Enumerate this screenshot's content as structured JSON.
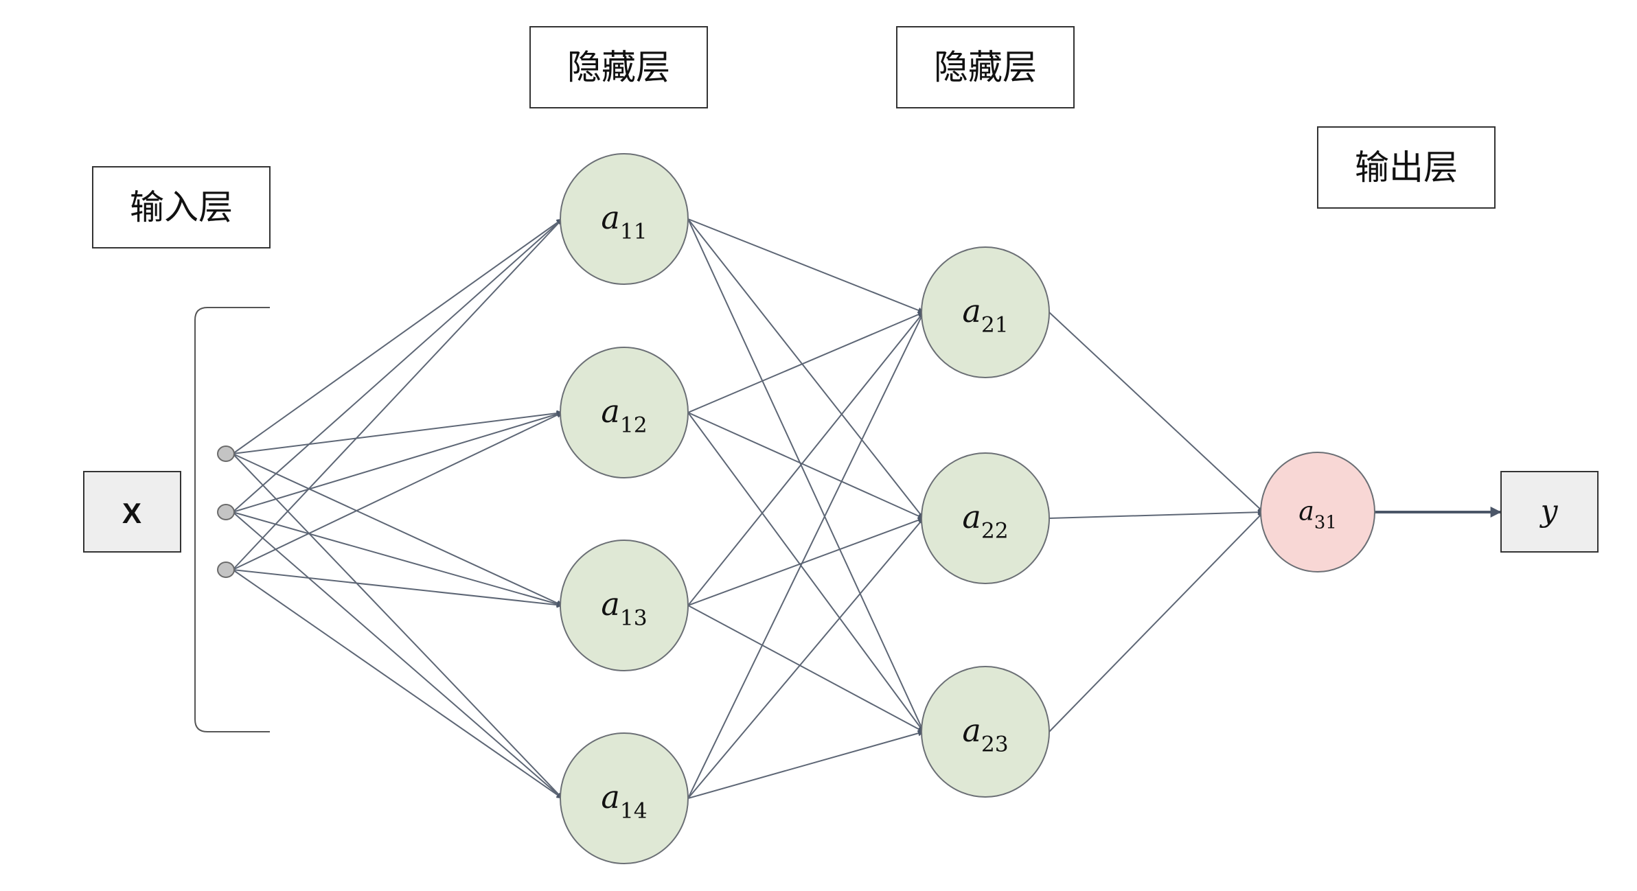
{
  "labels": {
    "input_layer": "输入层",
    "hidden_layer_1": "隐藏层",
    "hidden_layer_2": "隐藏层",
    "output_layer": "输出层",
    "input_var": "X",
    "output_var": "y"
  },
  "network": {
    "inputs": 3,
    "hidden1": [
      {
        "base": "a",
        "sub": "11"
      },
      {
        "base": "a",
        "sub": "12"
      },
      {
        "base": "a",
        "sub": "13"
      },
      {
        "base": "a",
        "sub": "14"
      }
    ],
    "hidden2": [
      {
        "base": "a",
        "sub": "21"
      },
      {
        "base": "a",
        "sub": "22"
      },
      {
        "base": "a",
        "sub": "23"
      }
    ],
    "output": [
      {
        "base": "a",
        "sub": "31"
      }
    ]
  },
  "colors": {
    "hidden_node_fill": "#dfe8d5",
    "output_node_fill": "#f8d7d5",
    "node_stroke": "#6b6f75",
    "edge": "#5d6675",
    "arrowhead": "#4b5668"
  }
}
